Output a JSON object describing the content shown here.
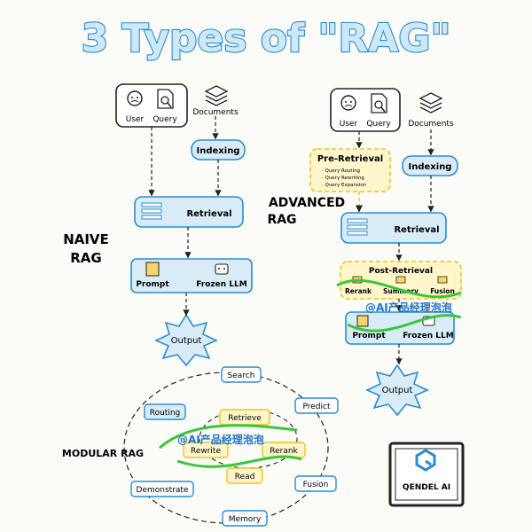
{
  "title": "3 Types of \"RAG\"",
  "naive": {
    "label": "NAIVE\nRAG",
    "user": "User",
    "query": "Query",
    "documents": "Documents",
    "indexing": "Indexing",
    "retrieval": "Retrieval",
    "prompt": "Prompt",
    "frozen_llm": "Frozen LLM",
    "output": "Output"
  },
  "advanced": {
    "label": "ADVANCED\nRAG",
    "user": "User",
    "query": "Query",
    "documents": "Documents",
    "pre_retrieval": "Pre-Retrieval",
    "pre_items": [
      "· Query Routing",
      "· Query Rewriting",
      "· Query Expansion"
    ],
    "indexing": "Indexing",
    "retrieval": "Retrieval",
    "post_retrieval": "Post-Retrieval",
    "rerank": "Rerank",
    "summary": "Summary",
    "fusion": "Fusion",
    "prompt": "Prompt",
    "frozen_llm": "Frozen LLM",
    "output": "Output"
  },
  "modular": {
    "label": "MODULAR RAG",
    "search": "Search",
    "routing": "Routing",
    "predict": "Predict",
    "retrieve": "Retrieve",
    "rewrite": "Rewrite",
    "rerank": "Rerank",
    "read": "Read",
    "demonstrate": "Demonstrate",
    "fusion": "Fusion",
    "memory": "Memory"
  },
  "watermark": "@AI产品经理泡泡",
  "logo_text": "QENDEL AI",
  "colors": {
    "blue": "#2a8ccf",
    "light_blue": "#d8ecf8",
    "yellow": "#f4c21c",
    "light_yellow": "#fff6cc",
    "green": "#39c73a"
  }
}
